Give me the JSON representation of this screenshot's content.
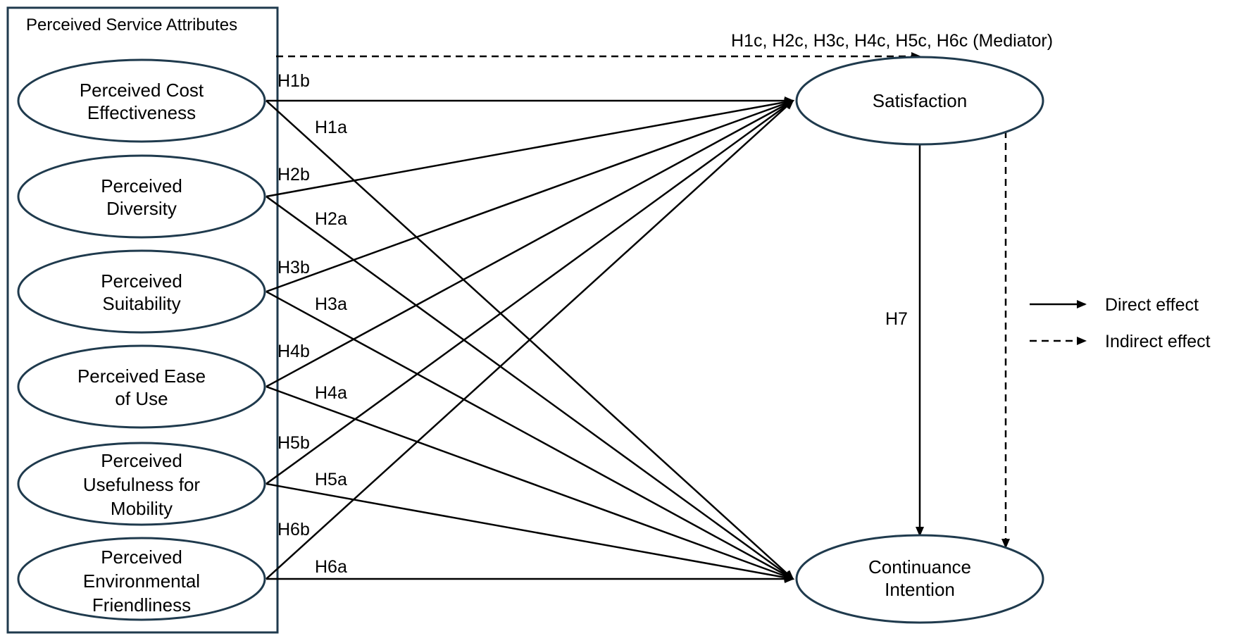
{
  "group": {
    "title": "Perceived Service Attributes"
  },
  "nodes": {
    "cost": {
      "line1": "Perceived Cost",
      "line2": "Effectiveness"
    },
    "diversity": {
      "line1": "Perceived",
      "line2": "Diversity"
    },
    "suitability": {
      "line1": "Perceived",
      "line2": "Suitability"
    },
    "ease": {
      "line1": "Perceived Ease",
      "line2": "of Use"
    },
    "usefulness": {
      "line1": "Perceived",
      "line2": "Usefulness for",
      "line3": "Mobility"
    },
    "environment": {
      "line1": "Perceived",
      "line2": "Environmental",
      "line3": "Friendliness"
    },
    "satisfaction": {
      "line1": "Satisfaction"
    },
    "continuance": {
      "line1": "Continuance",
      "line2": "Intention"
    }
  },
  "hypotheses": {
    "h1a": "H1a",
    "h1b": "H1b",
    "h2a": "H2a",
    "h2b": "H2b",
    "h3a": "H3a",
    "h3b": "H3b",
    "h4a": "H4a",
    "h4b": "H4b",
    "h5a": "H5a",
    "h5b": "H5b",
    "h6a": "H6a",
    "h6b": "H6b",
    "h7": "H7",
    "mediator": "H1c, H2c, H3c, H4c, H5c, H6c (Mediator)"
  },
  "legend": {
    "direct": "Direct effect",
    "indirect": "Indirect effect"
  }
}
